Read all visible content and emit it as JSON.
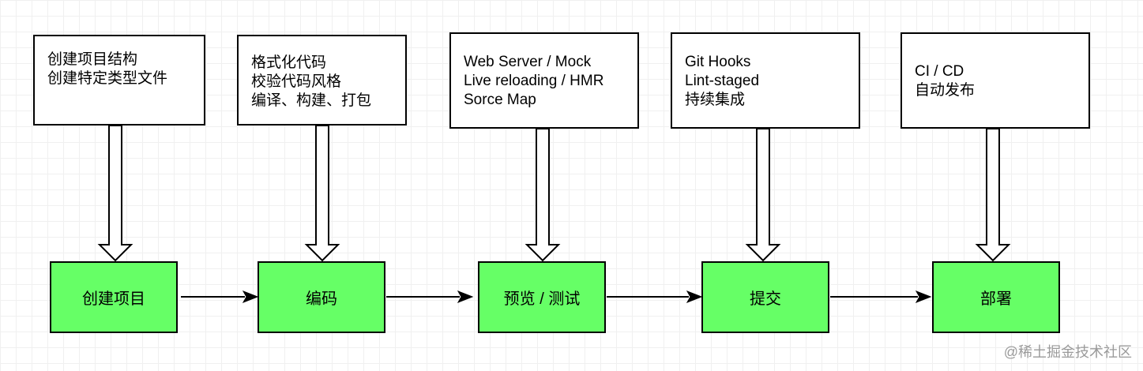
{
  "notes": [
    {
      "lines": [
        "创建项目结构",
        "创建特定类型文件"
      ]
    },
    {
      "lines": [
        "格式化代码",
        "校验代码风格",
        "编译、构建、打包"
      ]
    },
    {
      "lines": [
        "Web Server / Mock",
        "Live reloading / HMR",
        "Sorce Map"
      ]
    },
    {
      "lines": [
        "Git Hooks",
        "Lint-staged",
        "持续集成"
      ]
    },
    {
      "lines": [
        "CI / CD",
        "自动发布"
      ]
    }
  ],
  "steps": [
    {
      "label": "创建项目"
    },
    {
      "label": "编码"
    },
    {
      "label": "预览 / 测试"
    },
    {
      "label": "提交"
    },
    {
      "label": "部署"
    }
  ],
  "watermark": "@稀土掘金技术社区",
  "colors": {
    "step_fill": "#66ff66",
    "border": "#000000",
    "arrow_fill": "#ffffff"
  }
}
